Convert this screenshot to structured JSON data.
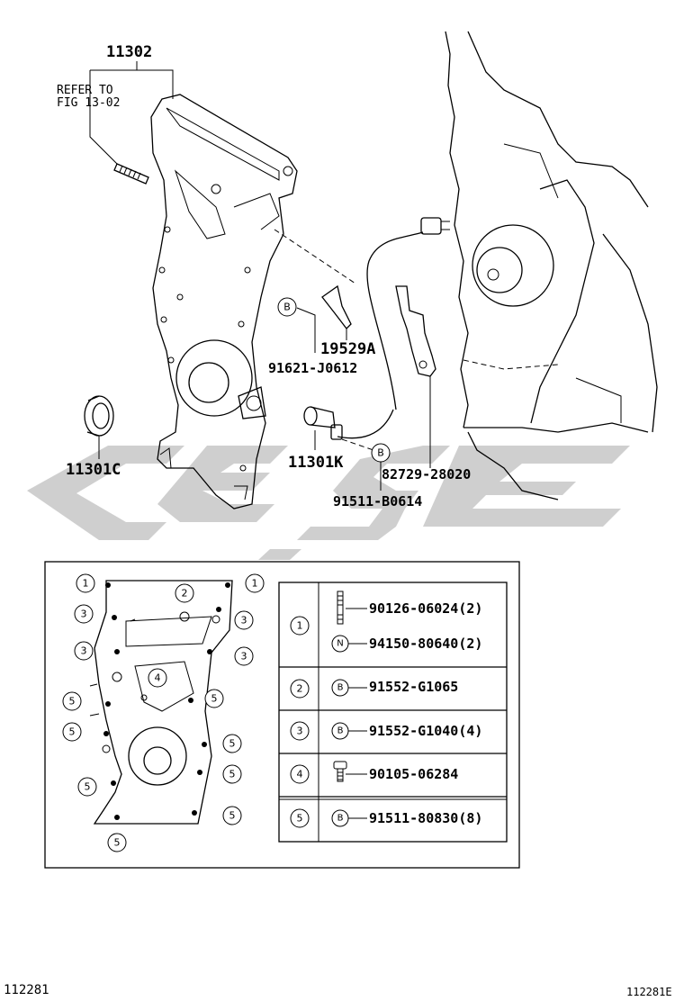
{
  "labels": {
    "main_part": "11302",
    "refer_line1": "REFER TO",
    "refer_line2": "FIG 13-02",
    "bracket": "19529A",
    "bracket_bolt": "91621-J0612",
    "oil_seal": "11301C",
    "sensor": "11301K",
    "clamp": "82729-28020",
    "sensor_bolt": "91511-B0614",
    "marker_b": "B",
    "marker_n": "N"
  },
  "fastener_table": {
    "rows": [
      {
        "key": "1",
        "items": [
          {
            "marker": "",
            "part": "90126-06024(2)"
          },
          {
            "marker": "N",
            "part": "94150-80640(2)"
          }
        ]
      },
      {
        "key": "2",
        "items": [
          {
            "marker": "B",
            "part": "91552-G1065"
          }
        ]
      },
      {
        "key": "3",
        "items": [
          {
            "marker": "B",
            "part": "91552-G1040(4)"
          }
        ]
      },
      {
        "key": "4",
        "items": [
          {
            "marker": "",
            "part": "90105-06284"
          }
        ]
      },
      {
        "key": "5",
        "items": [
          {
            "marker": "B",
            "part": "91511-80830(8)"
          }
        ]
      }
    ]
  },
  "callouts": {
    "c1": "1",
    "c2": "2",
    "c3": "3",
    "c4": "4",
    "c5": "5"
  },
  "footer": {
    "left": "112281",
    "right": "112281E"
  }
}
